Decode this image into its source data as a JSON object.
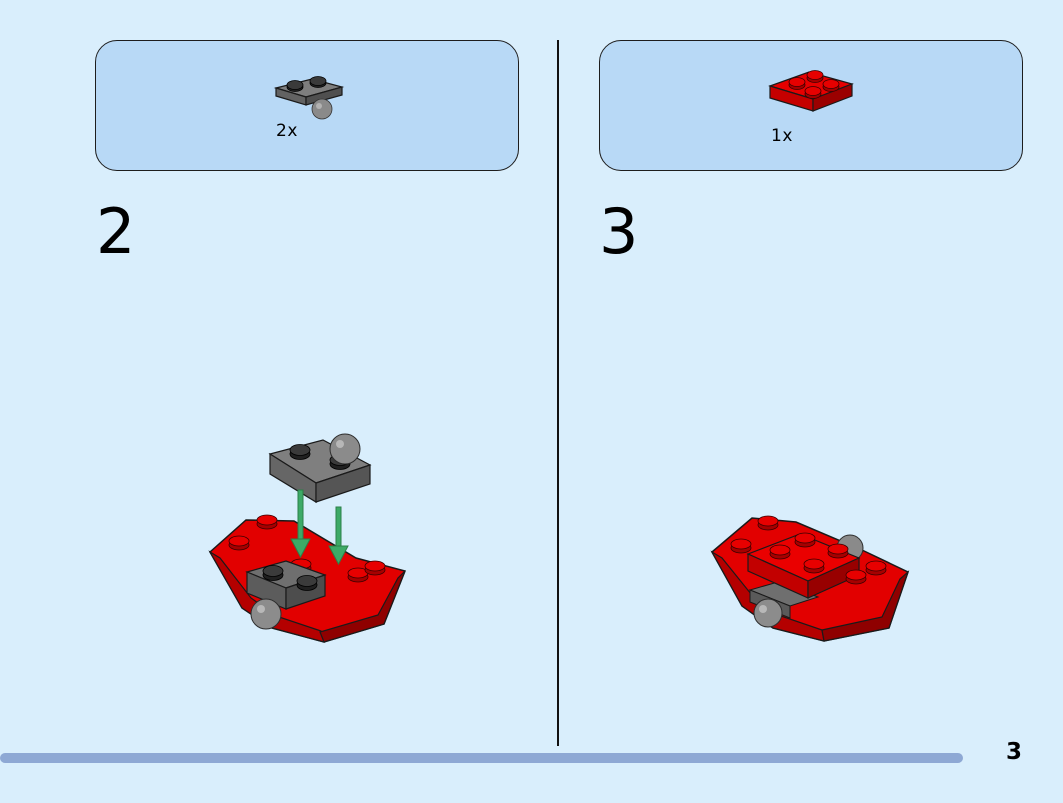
{
  "steps": [
    {
      "number": "2",
      "parts": {
        "quantity": "2x",
        "part_icon": "dark-gray-plate-with-ball-icon",
        "part_color": "#6f6f6f"
      },
      "model_icon": "step-2-assembly-icon"
    },
    {
      "number": "3",
      "parts": {
        "quantity": "1x",
        "part_icon": "red-2x2-plate-icon",
        "part_color": "#e10000"
      },
      "model_icon": "step-3-assembly-icon"
    }
  ],
  "page_number": "3",
  "colors": {
    "background": "#d9eefc",
    "parts_box": "#b8d9f6",
    "red": "#e10000",
    "dark_gray": "#6f6f6f",
    "black": "#1a1a1a",
    "arrow_green": "#3daa67",
    "progress_bar": "#8ea8d4"
  }
}
